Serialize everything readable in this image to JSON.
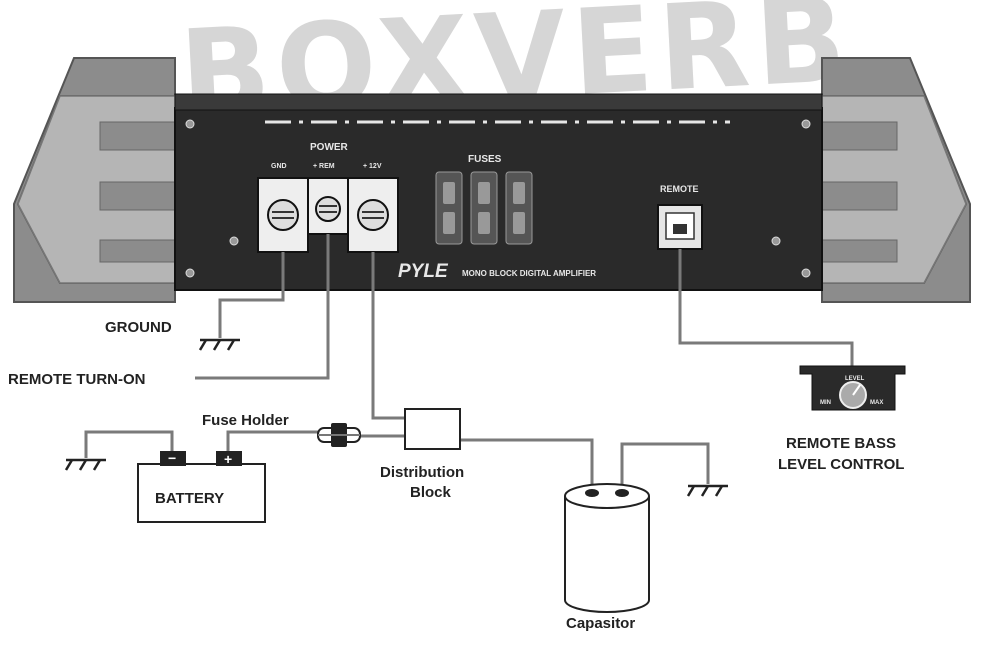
{
  "watermark": "BOXVERB",
  "amplifier": {
    "power_label": "POWER",
    "terminal_gnd": "GND",
    "terminal_rem": "+ REM",
    "terminal_12v": "+ 12V",
    "fuses_label": "FUSES",
    "remote_label": "REMOTE",
    "brand": "PYLE",
    "model_text": "MONO BLOCK DIGITAL AMPLIFIER"
  },
  "labels": {
    "ground": "GROUND",
    "remote_turn_on": "REMOTE TURN-ON",
    "fuse_holder": "Fuse Holder",
    "battery": "BATTERY",
    "battery_neg": "−",
    "battery_pos": "+",
    "distribution_line1": "Distribution",
    "distribution_line2": "Block",
    "capacitor": "Capasitor",
    "remote_bass_line1": "REMOTE BASS",
    "remote_bass_line2": "LEVEL CONTROL",
    "knob_level": "LEVEL",
    "knob_min": "MIN",
    "knob_max": "MAX"
  },
  "colors": {
    "panel": "#2a2a2a",
    "heatsink": "#8c8c8c",
    "wire": "#7a7a7a",
    "ink": "#222222"
  }
}
